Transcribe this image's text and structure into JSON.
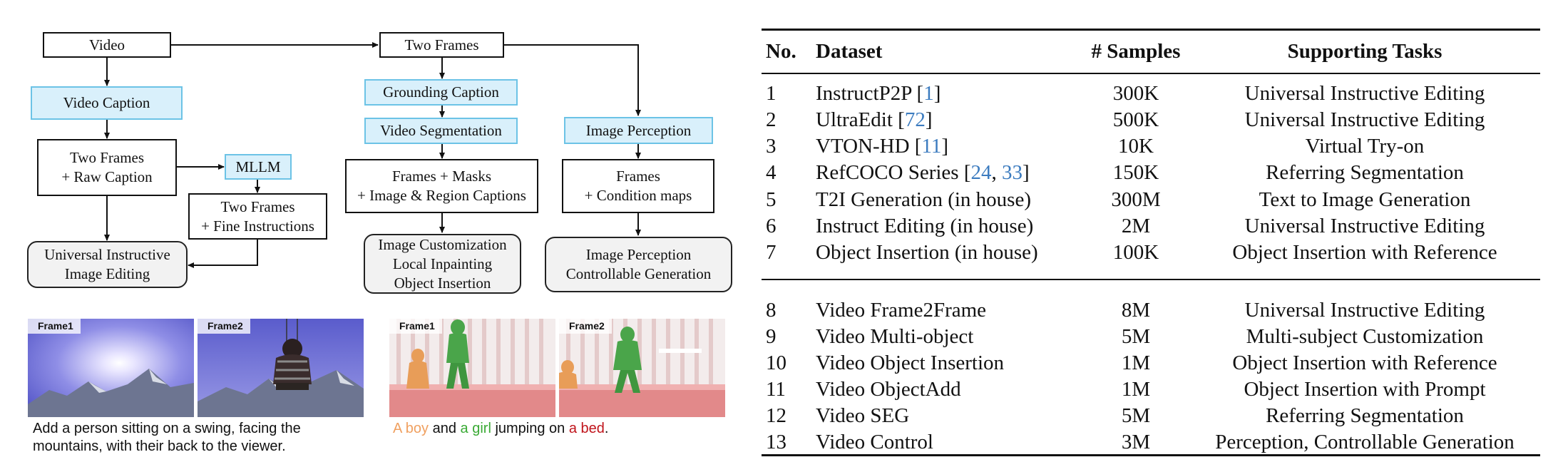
{
  "diagram": {
    "video": "Video",
    "two_frames_top": "Two Frames",
    "video_caption": "Video Caption",
    "grounding_caption": "Grounding Caption",
    "video_segmentation": "Video Segmentation",
    "image_perception": "Image Perception",
    "two_frames_raw": [
      "Two Frames",
      "+ Raw Caption"
    ],
    "mllm": "MLLM",
    "two_frames_fine": [
      "Two Frames",
      "+ Fine Instructions"
    ],
    "frames_masks": [
      "Frames + Masks",
      "+ Image & Region Captions"
    ],
    "frames_condition": [
      "Frames",
      "+ Condition maps"
    ],
    "out_editing": [
      "Universal Instructive",
      "Image Editing"
    ],
    "out_custom": [
      "Image Customization",
      "Local Inpainting",
      "Object Insertion"
    ],
    "out_perception": [
      "Image Perception",
      "Controllable Generation"
    ]
  },
  "examples": {
    "frame1": "Frame1",
    "frame2": "Frame2",
    "caption_left": [
      "Add a person sitting on a swing, facing the",
      "mountains, with their back to the viewer."
    ],
    "caption_right": {
      "a_boy": "A boy",
      "and": " and ",
      "a_girl": "a girl",
      "jumping": " jumping on ",
      "a_bed": "a bed",
      "period": ".",
      "colors": {
        "boy": "#f0a060",
        "girl": "#3aaa35",
        "bed": "#c0141b"
      }
    }
  },
  "table": {
    "headers": {
      "no": "No.",
      "dataset": "Dataset",
      "samples": "# Samples",
      "tasks": "Supporting Tasks"
    },
    "rows": [
      {
        "no": "1",
        "name": "InstructP2P [",
        "refs": [
          "1"
        ],
        "post": "]",
        "samples": "300K",
        "task": "Universal Instructive Editing"
      },
      {
        "no": "2",
        "name": "UltraEdit [",
        "refs": [
          "72"
        ],
        "post": "]",
        "samples": "500K",
        "task": "Universal Instructive Editing"
      },
      {
        "no": "3",
        "name": "VTON-HD [",
        "refs": [
          "11"
        ],
        "post": "]",
        "samples": "10K",
        "task": "Virtual Try-on"
      },
      {
        "no": "4",
        "name": "RefCOCO Series [",
        "refs": [
          "24",
          "33"
        ],
        "post": "]",
        "samples": "150K",
        "task": "Referring Segmentation"
      },
      {
        "no": "5",
        "name": "T2I Generation (in house)",
        "refs": [],
        "post": "",
        "samples": "300M",
        "task": "Text to Image Generation"
      },
      {
        "no": "6",
        "name": "Instruct Editing (in house)",
        "refs": [],
        "post": "",
        "samples": "2M",
        "task": "Universal Instructive Editing"
      },
      {
        "no": "7",
        "name": "Object Insertion (in house)",
        "refs": [],
        "post": "",
        "samples": "100K",
        "task": "Object Insertion with Reference"
      },
      {
        "no": "8",
        "name": "Video Frame2Frame",
        "refs": [],
        "post": "",
        "samples": "8M",
        "task": "Universal Instructive Editing"
      },
      {
        "no": "9",
        "name": "Video Multi-object",
        "refs": [],
        "post": "",
        "samples": "5M",
        "task": "Multi-subject Customization"
      },
      {
        "no": "10",
        "name": "Video Object Insertion",
        "refs": [],
        "post": "",
        "samples": "1M",
        "task": "Object Insertion with Reference"
      },
      {
        "no": "11",
        "name": "Video ObjectAdd",
        "refs": [],
        "post": "",
        "samples": "1M",
        "task": "Object Insertion with Prompt"
      },
      {
        "no": "12",
        "name": "Video SEG",
        "refs": [],
        "post": "",
        "samples": "5M",
        "task": "Referring Segmentation"
      },
      {
        "no": "13",
        "name": "Video Control",
        "refs": [],
        "post": "",
        "samples": "3M",
        "task": "Perception, Controllable Generation"
      }
    ]
  }
}
